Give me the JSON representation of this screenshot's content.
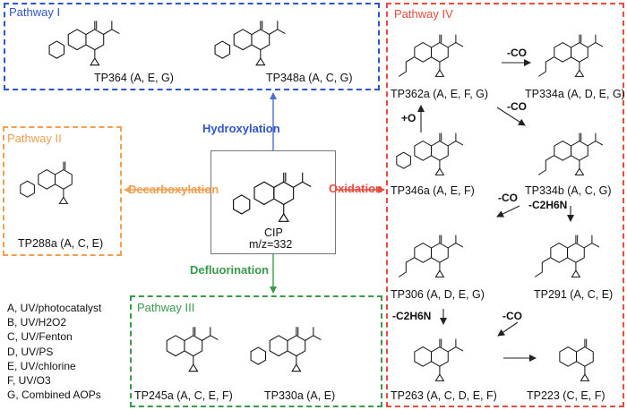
{
  "colors": {
    "pathway1": "#2f56c8",
    "pathway2": "#f0a050",
    "pathway3": "#3a9a4a",
    "pathway4": "#e84c3d",
    "hydroxylation": "#2f56c8",
    "decarboxylation": "#f0a050",
    "defluorination": "#3a9a4a",
    "oxidation": "#e84c3d"
  },
  "pathways": {
    "p1": {
      "title": "Pathway I",
      "compounds": [
        "TP364 (A, E, G)",
        "TP348a (A, C, G)"
      ]
    },
    "p2": {
      "title": "Pathway II",
      "compounds": [
        "TP288a (A, C, E)"
      ]
    },
    "p3": {
      "title": "Pathway III",
      "compounds": [
        "TP245a (A, C, E, F)",
        "TP330a (A, E)"
      ]
    },
    "p4": {
      "title": "Pathway IV",
      "compounds": [
        "TP362a (A, E, F, G)",
        "TP334a (A, D, E, G)",
        "TP346a (A, E, F)",
        "TP334b (A, C, G)",
        "TP306 (A, D, E, G)",
        "TP291 (A, C, E)",
        "TP263 (A, C, D, E, F)",
        "TP223 (C, E, F)"
      ],
      "steps": [
        "-CO",
        "+O",
        "-CO",
        "-CO",
        "-C2H6N",
        "-C2H6N",
        "-CO"
      ]
    }
  },
  "center": {
    "name": "CIP",
    "mz": "m/z=332"
  },
  "reactions": {
    "hydroxylation": "Hydroxylation",
    "decarboxylation": "Decarboxylation",
    "defluorination": "Defluorination",
    "oxidation": "Oxidation"
  },
  "legend": [
    "A, UV/photocatalyst",
    "B, UV/H2O2",
    "C, UV/Fenton",
    "D, UV/PS",
    "E, UV/chlorine",
    "F, UV/O3",
    "G, Combined AOPs"
  ]
}
